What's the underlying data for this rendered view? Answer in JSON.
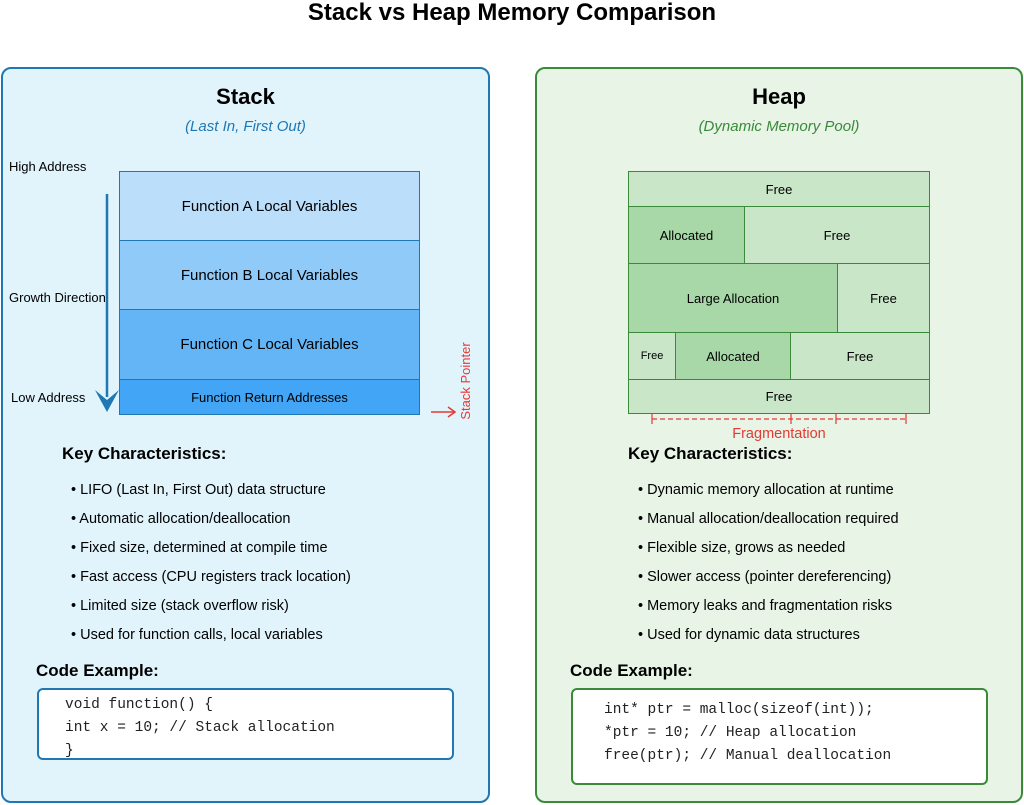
{
  "title": "Stack vs Heap Memory Comparison",
  "colors": {
    "stack_border": "#1f77b4",
    "heap_border": "#3a8a3a",
    "pointer_red": "#e53935"
  },
  "stack": {
    "title": "Stack",
    "subtitle": "(Last In, First Out)",
    "high_address": "High Address",
    "growth_direction": "Growth Direction",
    "low_address": "Low Address",
    "stack_pointer": "Stack Pointer",
    "frames": [
      {
        "label": "Function A Local Variables",
        "color": "#bbdefb"
      },
      {
        "label": "Function B Local Variables",
        "color": "#90caf9"
      },
      {
        "label": "Function C Local Variables",
        "color": "#64b5f6"
      },
      {
        "label": "Function Return Addresses",
        "color": "#42a5f5"
      }
    ],
    "key_heading": "Key Characteristics:",
    "characteristics": [
      "• LIFO (Last In, First Out) data structure",
      "• Automatic allocation/deallocation",
      "• Fixed size, determined at compile time",
      "• Fast access (CPU registers track location)",
      "• Limited size (stack overflow risk)",
      "• Used for function calls, local variables"
    ],
    "code_heading": "Code Example:",
    "code": [
      "void function() {",
      "int x = 10; // Stack allocation",
      "}"
    ]
  },
  "heap": {
    "title": "Heap",
    "subtitle": "(Dynamic Memory Pool)",
    "blocks": {
      "r1_free": "Free",
      "r2_alloc": "Allocated",
      "r2_free": "Free",
      "r3_large": "Large Allocation",
      "r3_free": "Free",
      "r4_free_small": "Free",
      "r4_alloc": "Allocated",
      "r4_free": "Free",
      "r5_free": "Free"
    },
    "fragmentation": "Fragmentation",
    "key_heading": "Key Characteristics:",
    "characteristics": [
      "• Dynamic memory allocation at runtime",
      "• Manual allocation/deallocation required",
      "• Flexible size, grows as needed",
      "• Slower access (pointer dereferencing)",
      "• Memory leaks and fragmentation risks",
      "• Used for dynamic data structures"
    ],
    "code_heading": "Code Example:",
    "code": [
      "int* ptr = malloc(sizeof(int));",
      "*ptr = 10; // Heap allocation",
      "free(ptr); // Manual deallocation"
    ]
  }
}
